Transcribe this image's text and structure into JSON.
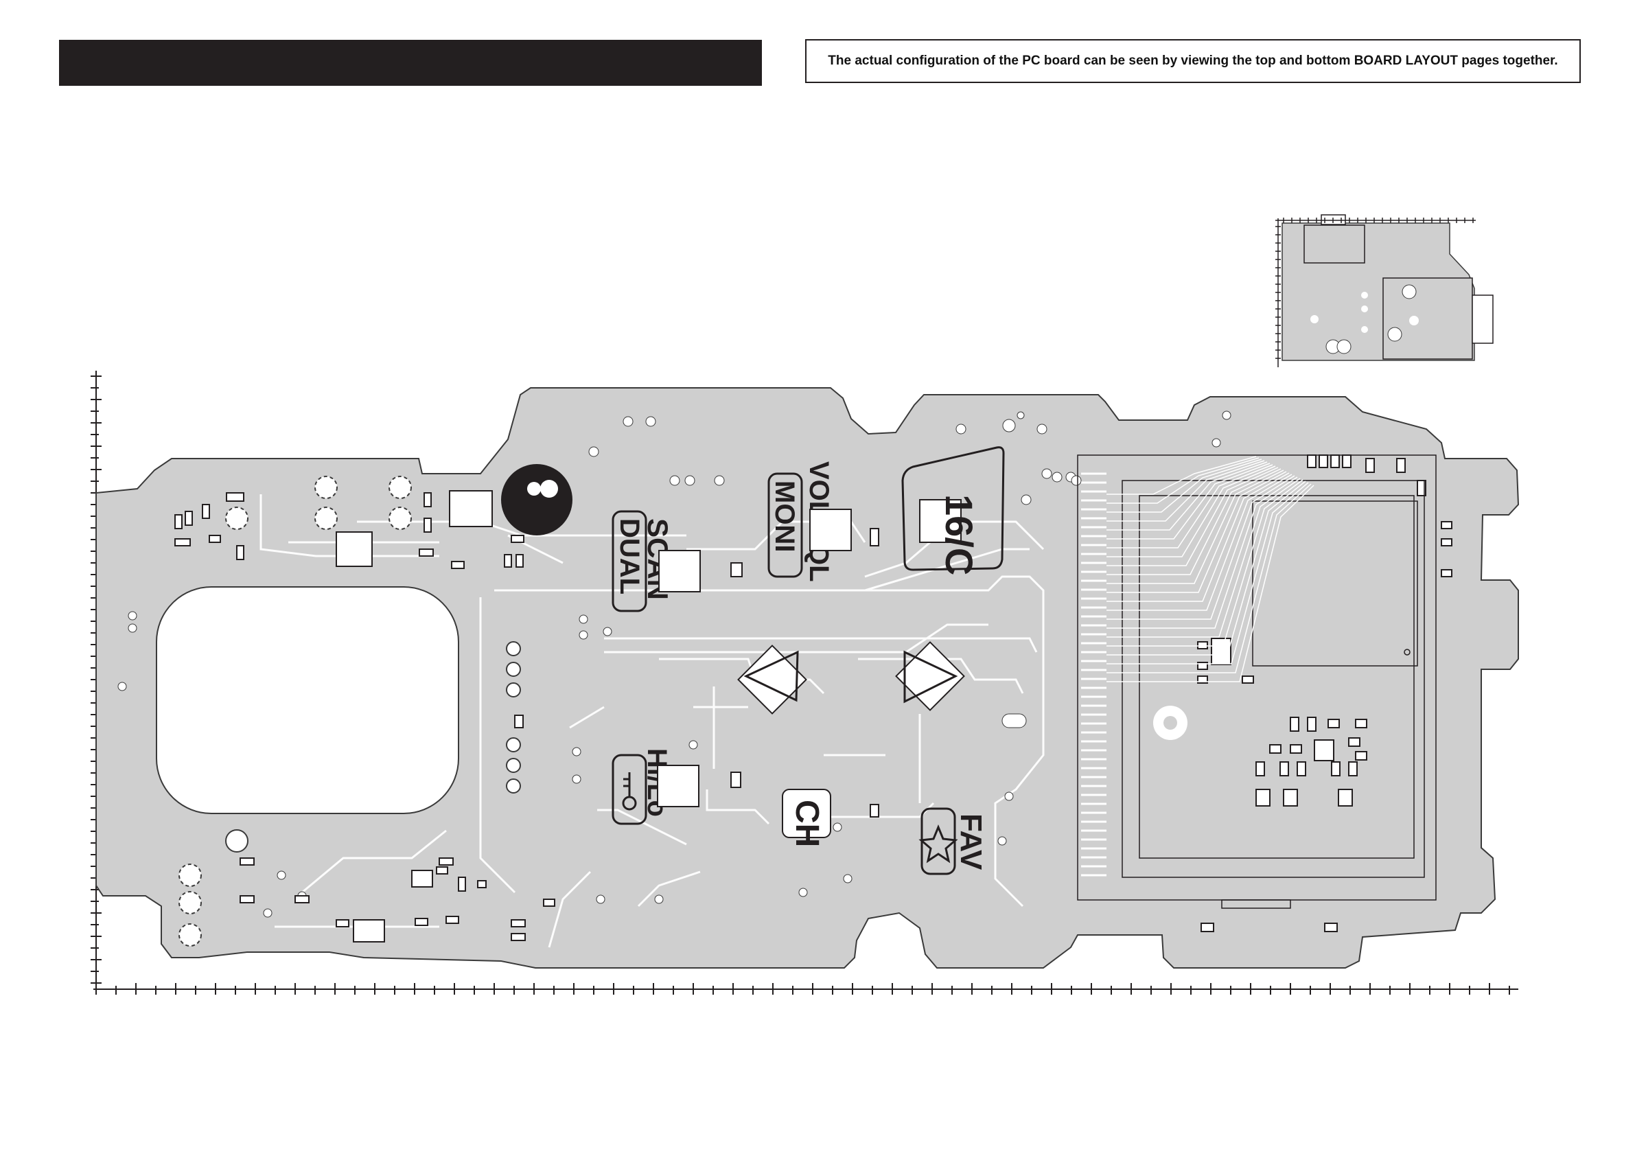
{
  "header": {
    "note": "The actual configuration of the PC board can be seen by viewing the top and bottom BOARD LAYOUT pages together."
  },
  "board": {
    "fill": "#cfcfcf",
    "outline": "#3a3a3a",
    "trace": "#ffffff",
    "keys": [
      {
        "name": "key-16c",
        "label": "16/C"
      },
      {
        "name": "key-vol-sql",
        "label": "VOL/SQL"
      },
      {
        "name": "key-moni",
        "label": "MONI"
      },
      {
        "name": "key-scan",
        "label": "SCAN"
      },
      {
        "name": "key-dual",
        "label": "DUAL"
      },
      {
        "name": "key-hi-lo",
        "label": "Hi/Lo"
      },
      {
        "name": "key-ch",
        "label": "CH"
      },
      {
        "name": "key-fav",
        "label": "FAV"
      }
    ]
  }
}
